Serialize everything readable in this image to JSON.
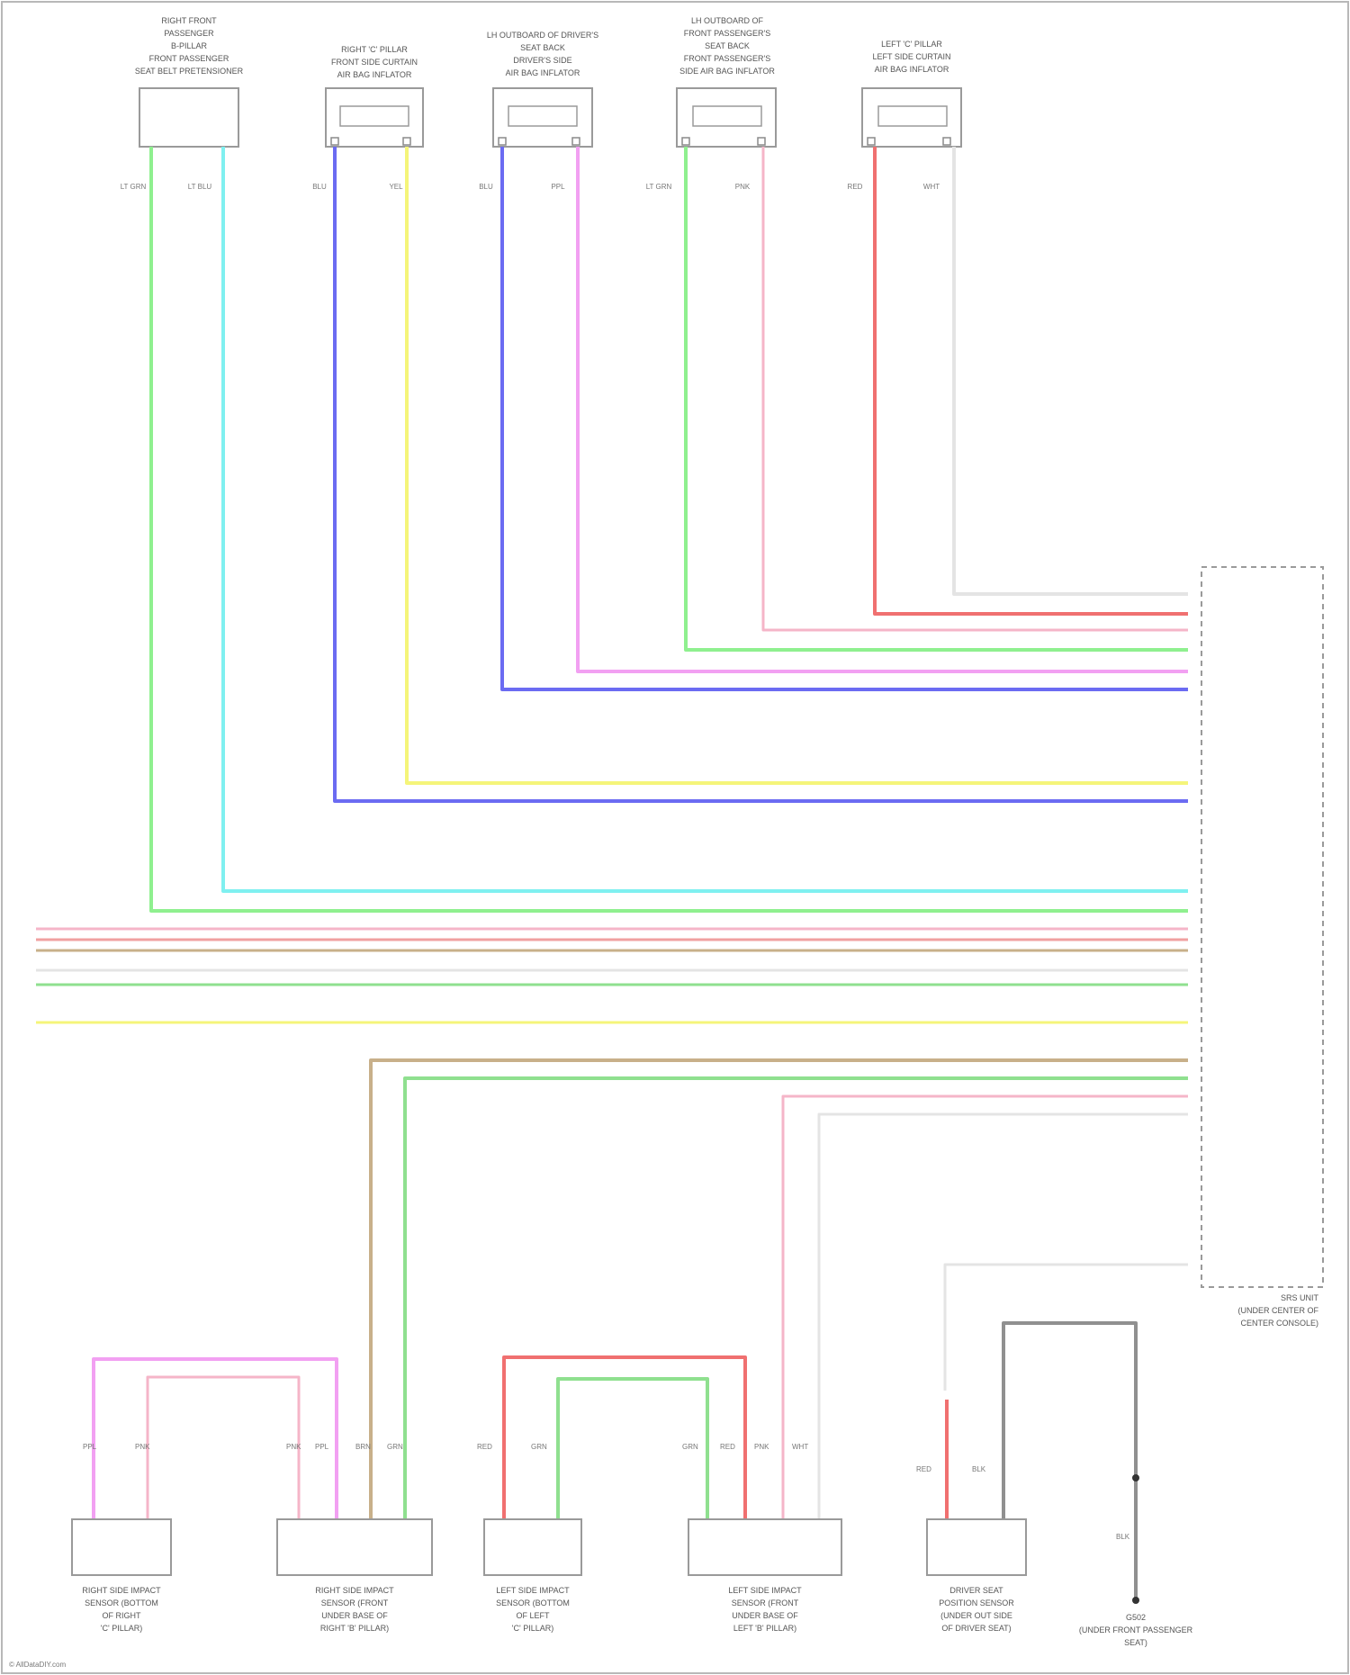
{
  "diagram": {
    "colors": {
      "lt_grn": "#8ff08f",
      "lt_blu": "#7ff0f0",
      "blu": "#6b6bf2",
      "yel": "#f5f57a",
      "pnk": "#f2a0f2",
      "pnk_light": "#f5b5c8",
      "red": "#f07070",
      "wht": "#e4e4e4",
      "brn": "#c8b08a",
      "grn": "#8fe08f",
      "gry": "#909090"
    },
    "top_components": [
      {
        "caption": [
          "RIGHT FRONT",
          "PASSENGER",
          "B-PILLAR",
          "FRONT PASSENGER",
          "SEAT BELT PRETENSIONER"
        ],
        "wires": [
          "LT GRN",
          "LT BLU"
        ]
      },
      {
        "caption": [
          "RIGHT 'C' PILLAR",
          "FRONT SIDE CURTAIN",
          "AIR BAG INFLATOR"
        ],
        "wires": [
          "BLU",
          "YEL"
        ]
      },
      {
        "caption": [
          "LH OUTBOARD OF DRIVER'S",
          "SEAT BACK",
          "DRIVER'S SIDE",
          "AIR BAG INFLATOR"
        ],
        "wires": [
          "BLU",
          "PPL"
        ]
      },
      {
        "caption": [
          "LH OUTBOARD OF",
          "FRONT PASSENGER'S",
          "SEAT BACK",
          "FRONT PASSENGER'S",
          "SIDE AIR BAG INFLATOR"
        ],
        "wires": [
          "LT GRN",
          "PNK"
        ]
      },
      {
        "caption": [
          "LEFT 'C' PILLAR",
          "LEFT SIDE CURTAIN",
          "AIR BAG INFLATOR"
        ],
        "wires": [
          "RED",
          "WHT"
        ]
      }
    ],
    "srs_unit": {
      "caption": [
        "SRS UNIT",
        "(UNDER CENTER OF",
        "CENTER CONSOLE)"
      ]
    },
    "bottom_components": [
      {
        "caption": [
          "RIGHT SIDE IMPACT",
          "SENSOR (BOTTOM",
          "OF RIGHT",
          "'C' PILLAR)"
        ],
        "wires": [
          "PPL",
          "PNK"
        ]
      },
      {
        "caption": [
          "RIGHT SIDE IMPACT",
          "SENSOR (FRONT",
          "UNDER BASE OF",
          "RIGHT 'B' PILLAR)"
        ],
        "wires": [
          "PNK",
          "PPL",
          "BRN",
          "GRN"
        ]
      },
      {
        "caption": [
          "LEFT SIDE IMPACT",
          "SENSOR (BOTTOM",
          "OF LEFT",
          "'C' PILLAR)"
        ],
        "wires": [
          "RED",
          "GRN"
        ]
      },
      {
        "caption": [
          "LEFT SIDE IMPACT",
          "SENSOR (FRONT",
          "UNDER BASE OF",
          "LEFT 'B' PILLAR)"
        ],
        "wires": [
          "GRN",
          "RED",
          "PNK",
          "WHT"
        ]
      },
      {
        "caption": [
          "DRIVER SEAT",
          "POSITION SENSOR",
          "(UNDER OUT SIDE",
          "OF DRIVER SEAT)"
        ],
        "wires": [
          "RED",
          "BLK"
        ]
      }
    ],
    "ground": {
      "caption": [
        "G502",
        "(UNDER FRONT PASSENGER",
        "SEAT)"
      ],
      "wire": "BLK"
    },
    "footer": "© AllDataDIY.com"
  }
}
